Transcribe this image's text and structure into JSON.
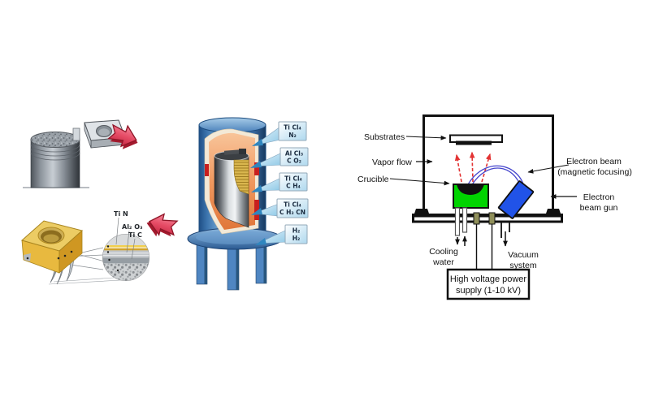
{
  "left_panel": {
    "coating_labels": [
      "Ti N",
      "Al₂ O₃",
      "Ti C"
    ]
  },
  "reactor": {
    "gas_feeds": [
      {
        "line1": "Ti Cl₄",
        "line2": "N₂"
      },
      {
        "line1": "Al Cl₃",
        "line2": "C O₂"
      },
      {
        "line1": "Ti Cl₄",
        "line2": "C H₄"
      },
      {
        "line1": "Ti Cl₄",
        "line2": "C H₃ CN"
      },
      {
        "line1": "H₂",
        "line2": "H₂"
      }
    ]
  },
  "ebeam": {
    "substrates": "Substrates",
    "vapor_flow": "Vapor flow",
    "crucible": "Crucible",
    "electron_beam_line1": "Electron beam",
    "electron_beam_line2": "(magnetic focusing)",
    "gun_line1": "Electron",
    "gun_line2": "beam gun",
    "cooling_line1": "Cooling",
    "cooling_line2": "water",
    "vacuum_line1": "Vacuum",
    "vacuum_line2": "system",
    "psu_line1": "High voltage power",
    "psu_line2": "supply (1-10 kV)"
  },
  "colors": {
    "crucible_green": "#00d400",
    "gun_blue": "#2153e8",
    "beam_blue": "#4444cc",
    "vapor_red": "#e33333",
    "vessel_blue": "#4a86c4",
    "flag_blue": "#aed8ee",
    "insert_gold": "#ecc75f",
    "arrow_red": "#e64c66",
    "heater_red": "#c81f1f"
  }
}
